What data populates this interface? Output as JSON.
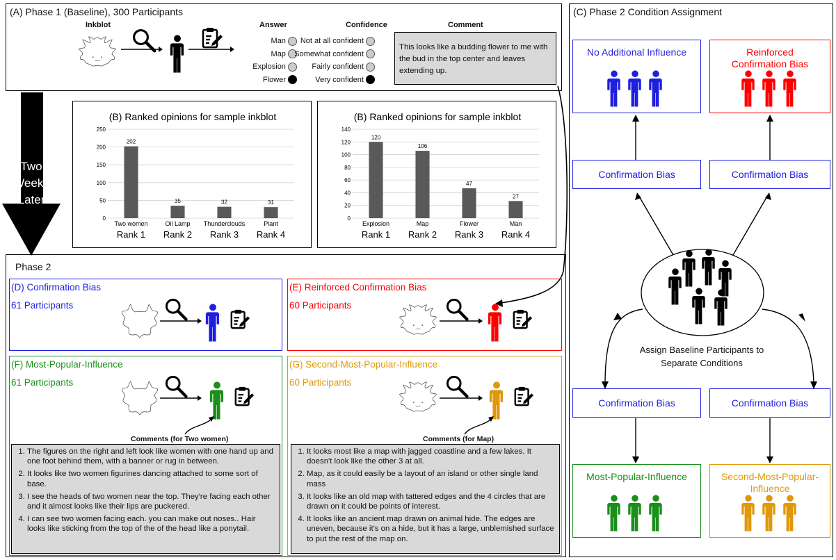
{
  "phase1": {
    "title": "(A) Phase 1 (Baseline), 300 Participants",
    "inkblot_label": "Inkblot",
    "answer_header": "Answer",
    "confidence_header": "Confidence",
    "comment_header": "Comment",
    "answers": [
      "Man",
      "Map",
      "Explosion",
      "Flower"
    ],
    "confidences": [
      "Not at all confident",
      "Somewhat confident",
      "Fairly confident",
      "Very confident"
    ],
    "selected_answer": "Flower",
    "selected_confidence": "Very confident",
    "comment": "This looks like a budding flower to me with the bud in the top center and leaves extending up."
  },
  "arrow_label": "Two Weeks Later",
  "chart_data": [
    {
      "type": "bar",
      "title": "(B) Ranked opinions for sample inkblot",
      "categories": [
        "Two women",
        "Oil Lamp",
        "Thunderclouds",
        "Plant"
      ],
      "values": [
        202,
        35,
        32,
        31
      ],
      "rank_labels": [
        "Rank 1",
        "Rank 2",
        "Rank 3",
        "Rank 4"
      ],
      "ylim": [
        0,
        250
      ],
      "yticks": [
        0,
        50,
        100,
        150,
        200,
        250
      ],
      "bar_color": "#595959",
      "grid": true
    },
    {
      "type": "bar",
      "title": "(B) Ranked opinions for sample inkblot",
      "categories": [
        "Explosion",
        "Map",
        "Flower",
        "Man"
      ],
      "values": [
        120,
        106,
        47,
        27
      ],
      "rank_labels": [
        "Rank 1",
        "Rank 2",
        "Rank 3",
        "Rank 4"
      ],
      "ylim": [
        0,
        140
      ],
      "yticks": [
        0,
        20,
        40,
        60,
        80,
        100,
        120,
        140
      ],
      "bar_color": "#595959",
      "grid": true
    }
  ],
  "phase2": {
    "title": "Phase 2",
    "d": {
      "title": "(D) Confirmation Bias",
      "count": "61 Participants",
      "color": "#1f1fe0"
    },
    "e": {
      "title": "(E) Reinforced Confirmation Bias",
      "count": "60 Participants",
      "color": "#ff0000"
    },
    "f": {
      "title": "(F) Most-Popular-Influence",
      "count": "61 Participants",
      "color": "#1a8f1a",
      "comments_label": "Comments (for Two women)",
      "comments": [
        "The figures on the right and left look like women with one hand up and one foot behind them, with a banner or rug in between.",
        "It looks like two women figurines dancing attached to some sort of base.",
        "I see the heads of two women near the top. They're facing each other and it almost looks like their lips are puckered.",
        "I can see two women facing each. you can make out noses.. Hair looks like sticking from the top of the of the head like a ponytail."
      ]
    },
    "g": {
      "title": "(G) Second-Most-Popular-Influence",
      "count": "60 Participants",
      "color": "#e0980a",
      "comments_label": "Comments (for Map)",
      "comments": [
        "It looks most like a map with jagged coastline and a few lakes. It doesn't look like the other 3 at all.",
        "Map, as it could easily be a layout of an island or other single land mass",
        "It looks like an old map with tattered edges and the 4 circles that are drawn on it could be points of interest.",
        "It looks like an ancient map drawn on animal hide. The edges are uneven, because it's on a hide, but it has a large, unblemished surface to put the rest of the map on."
      ]
    }
  },
  "phaseC": {
    "title": "(C) Phase 2 Condition Assignment",
    "no_influence": "No Additional Influence",
    "reinforced": "Reinforced Confirmation Bias",
    "cb_top_left": "Confirmation Bias",
    "cb_top_right": "Confirmation Bias",
    "cb_bottom_left": "Confirmation Bias",
    "cb_bottom_right": "Confirmation Bias",
    "assign_text": "Assign Baseline Participants to Separate Conditions",
    "most_popular": "Most-Popular-Influence",
    "second_most": "Second-Most-Popular-Influence"
  }
}
